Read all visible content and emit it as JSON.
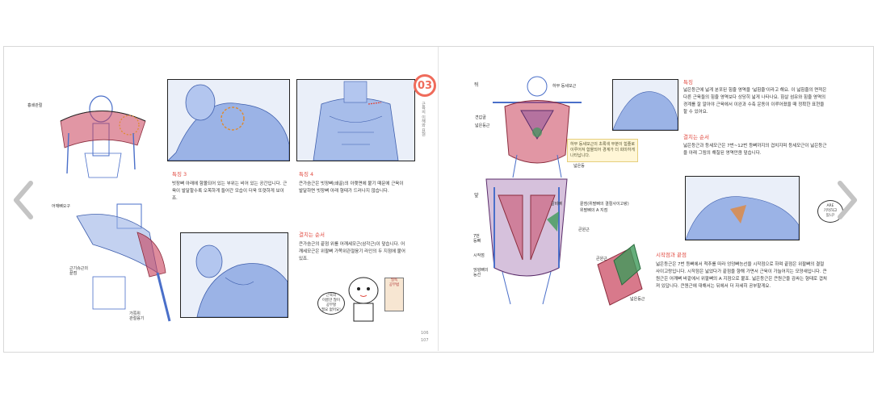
{
  "viewer": {
    "prev_icon": "chevron-left-icon",
    "next_icon": "chevron-right-icon"
  },
  "colors": {
    "accent": "#e0473d",
    "sketch_blue": "#4a6fc9",
    "muscle_red": "#c8405a",
    "muscle_purple": "#8a4e9a"
  },
  "left_page": {
    "chapter_number": "03",
    "chapter_side_text": "근육의 이해와 표현",
    "labels": {
      "sternoclavicular": "흉쇄관절",
      "coracoid": "어깨뼈오구",
      "coracoid_bottom": "근기슈근의\n끝점",
      "ulna_bottom": "가쪽위\n관절융기"
    },
    "feature3_title": "특징 3",
    "feature3_text": "빗장뼈 아래에 함몰되어 있는 부위는 비어 있는 공간입니다. 근육이 발달할수록 오목하게 들어간 모습이 더욱 또렷하게 보이죠.",
    "feature4_title": "특징 4",
    "feature4_text": "큰가슴근은 빗장뼈(쇄골)의 아랫면에 붙기 때문에 근육이 발달하면 빗장뼈 아래 형태가 드러나지 않습니다.",
    "order_title": "결치는 순서",
    "order_text": "큰가슴근의 끝점 위를 어깨세모근(삼각근)이 덮습니다. 어깨세모근은 위팔뼈 가쪽위관절융기 라인의 두 지점에 붙어 있죠.",
    "speech_bubble": "근육의\n이름만 많이\n공부할\n필요 없어요!",
    "sign_text": "필독\n공부법",
    "page_numbers": [
      "106",
      "107"
    ]
  },
  "right_page": {
    "back_label": "뒤",
    "front_label": "앞",
    "labels": {
      "trapezius": "하부 등세모근",
      "scapula_l": "견갑골",
      "teres": "넓은등근",
      "latissimus": "넓은등",
      "serratus": "갈비뼈",
      "pec_end": "끝점(위팔뼈의 결절사이고랑)",
      "humerus": "위팔뼈의 A 지점",
      "ext_oblique": "큰원근",
      "rect_l1": "7번\n등뼈",
      "rect_l2": "시작점",
      "rect_l3": "엉덩뼈의\n능선",
      "inset1": "큰원근",
      "inset2": "넓은등근"
    },
    "callout": "하부 등세모근의 초록색 부분이 힘줄로 이루어져 함몰되어 경계가 더 희미하게 나타납니다.",
    "feature_title": "특징",
    "feature_text": "넓은등근에 넓게 분포된 힘줄 영역을 '넓힘줄'이라고 해요. 이 넓힘줄의 면적은 다른 근육들의 힘줄 영역보다 상당히 넓게 나타나요. 힘살 섬유와 힘줄 영역의 경계를 잘 알아야 근육에서 이완과 수축 운동이 이루어졌을 때 정확한 표현을 할 수 있어요.",
    "order_title": "결치는 순서",
    "order_text": "넓은등근과 등세모근은 7번~12번 등뼈까지의 겹치지며 등세모근이 넓은등근을 아래 그림의 해칠된 영역만큼 덮습니다.",
    "start_end_title": "시작점과 끝점",
    "start_end_text": "넓은등근은 7번 등뼈에서 척추를 따라 엉덩뼈능선을 시작점으로 하며 끝점은 위팔뼈의 결절사이고랑입니다. 시작점은 넓었다가 끝점을 향해 가면서 근육이 가늘어지는 모양새입니다. 큰원근은 어깨뼈 바깥에서 위팔뼈의 A 지점으로 붙죠. 넓은등근은 큰원근을 감싸는 형태로 겹쳐져 있답니다. 큰원근에 대해서는 뒤에서 더 자세히 공부할게요.",
    "speech_bubble": "ARE\n기억하고\n있니?"
  }
}
